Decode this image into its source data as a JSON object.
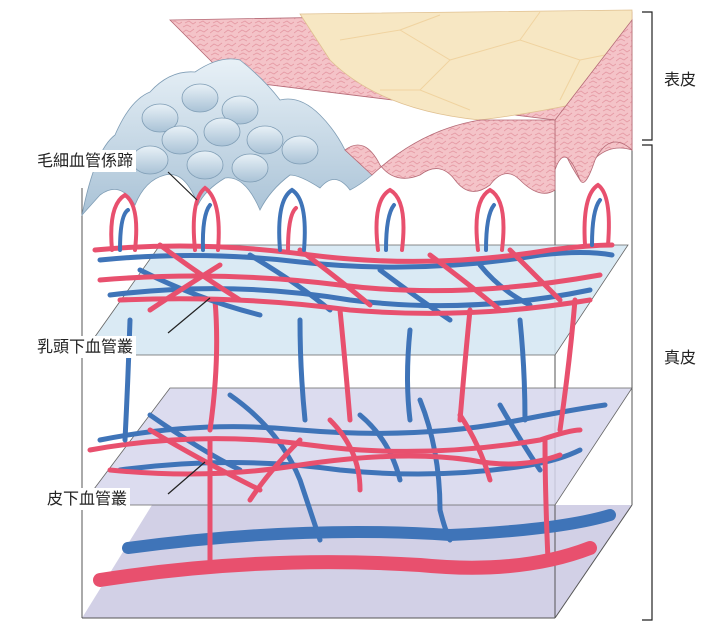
{
  "labels": {
    "capillary_loop": "毛細血管係蹄",
    "subpapillary_plexus": "乳頭下血管叢",
    "subcutaneous_plexus": "皮下血管叢",
    "epidermis": "表皮",
    "dermis": "真皮"
  },
  "colors": {
    "artery": "#e8506e",
    "vein": "#3f74b8",
    "epidermis": "#f4c3c8",
    "stratum_corneum": "#f7e7c3",
    "papillae": "#bfd2e2",
    "plane_upper": "#d3e6f2",
    "plane_lower": "#d6d6ec",
    "plane_base": "#d2d0e6"
  }
}
